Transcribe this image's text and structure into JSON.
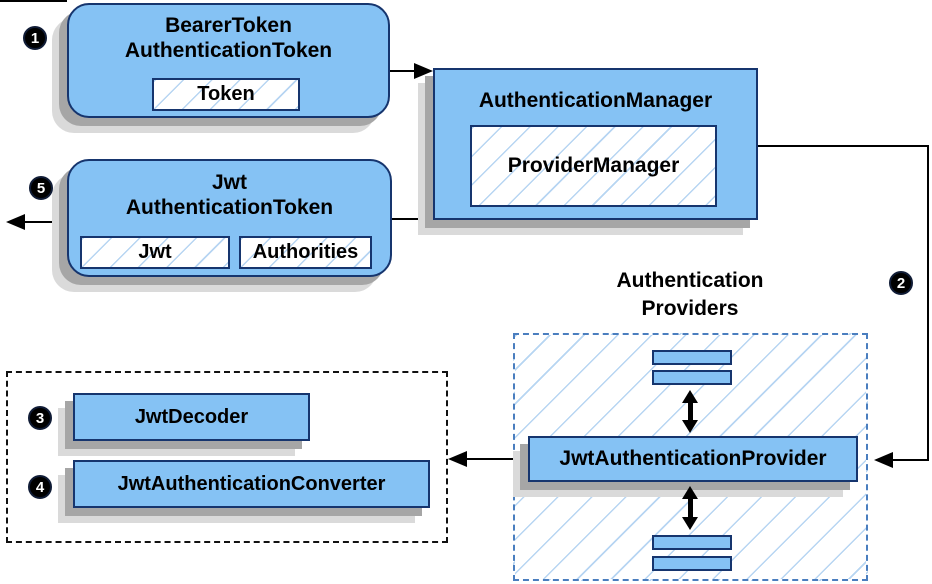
{
  "colors": {
    "node-fill": "#85C2F4",
    "node-border": "#16356E",
    "hatch-line": "#B7D5F2",
    "dashed-blue": "#4A7EBF",
    "shadow-dark": "#A6A6A6",
    "shadow-light": "#DADADA",
    "line": "#000000",
    "badge-bg": "#000000",
    "badge-text": "#FFFFFF"
  },
  "badges": {
    "step1": "1",
    "step2": "2",
    "step3": "3",
    "step4": "4",
    "step5": "5"
  },
  "nodes": {
    "bearer_token": {
      "title1": "BearerToken",
      "title2": "AuthenticationToken",
      "field_token": "Token"
    },
    "authentication_manager": {
      "title": "AuthenticationManager",
      "field_provider_manager": "ProviderManager"
    },
    "jwt_authentication_token": {
      "title1": "Jwt",
      "title2": "AuthenticationToken",
      "field_jwt": "Jwt",
      "field_authorities": "Authorities"
    },
    "authentication_providers": {
      "label1": "Authentication",
      "label2": "Providers"
    },
    "jwt_authentication_provider": {
      "label": "JwtAuthenticationProvider"
    },
    "jwt_decoder": {
      "label": "JwtDecoder"
    },
    "jwt_authentication_converter": {
      "label": "JwtAuthenticationConverter"
    }
  }
}
